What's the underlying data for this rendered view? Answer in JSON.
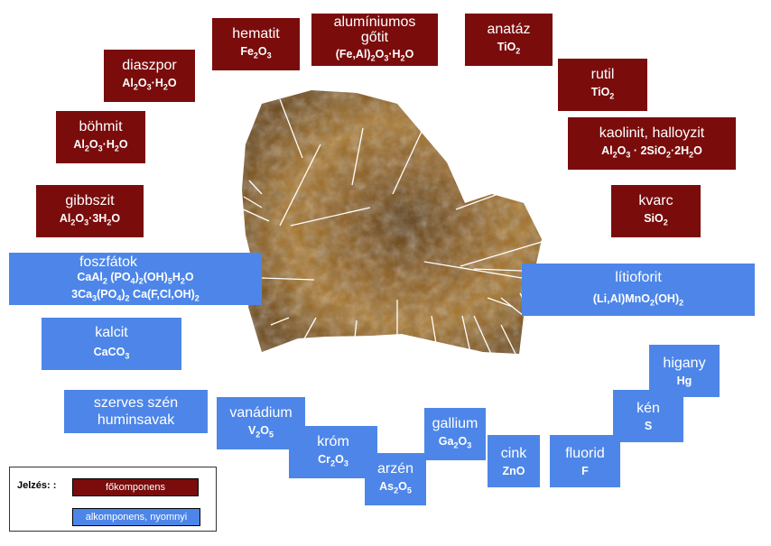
{
  "diagram": {
    "major": [
      {
        "id": "hematit",
        "name": "hematit",
        "formula": "Fe<sub>2</sub>O<sub>3</sub>"
      },
      {
        "id": "aluminiumos-gotit",
        "name": "alumíniumos\ngőtit",
        "formula": "(Fe,Al)<sub>2</sub>O<sub>3</sub>·H<sub>2</sub>O"
      },
      {
        "id": "anataz",
        "name": "anatáz",
        "formula": "TiO<sub>2</sub>"
      },
      {
        "id": "diaszpor",
        "name": "diaszpor",
        "formula": "Al<sub>2</sub>O<sub>3</sub>·H<sub>2</sub>O"
      },
      {
        "id": "rutil",
        "name": "rutil",
        "formula": "TiO<sub>2</sub>"
      },
      {
        "id": "bohmit",
        "name": "böhmit",
        "formula": "Al<sub>2</sub>O<sub>3</sub>·H<sub>2</sub>O"
      },
      {
        "id": "kaolinit",
        "name": "kaolinit, halloyzit",
        "formula": "Al<sub>2</sub>O<sub>3</sub> · 2SiO<sub>2</sub>·2H<sub>2</sub>O"
      },
      {
        "id": "gibbszit",
        "name": "gibbszit",
        "formula": "Al<sub>2</sub>O<sub>3</sub>·3H<sub>2</sub>O"
      },
      {
        "id": "kvarc",
        "name": "kvarc",
        "formula": "SiO<sub>2</sub>"
      }
    ],
    "minor": [
      {
        "id": "foszfatok",
        "name": "foszfátok",
        "formula": "CaAl<sub>2</sub> (PO<sub>4</sub>)<sub>2</sub>(OH)<sub>5</sub>H<sub>2</sub>O<br>3Ca<sub>3</sub>(PO<sub>4</sub>)<sub>2</sub> Ca(F,Cl,OH)<sub>2</sub>"
      },
      {
        "id": "litioforit",
        "name": "lítioforit",
        "formula": "(Li,Al)MnO<sub>2</sub>(OH)<sub>2</sub>"
      },
      {
        "id": "kalcit",
        "name": "kalcit",
        "formula": "CaCO<sub>3</sub>"
      },
      {
        "id": "higany",
        "name": "higany",
        "formula": "Hg"
      },
      {
        "id": "ken",
        "name": "kén",
        "formula": "S"
      },
      {
        "id": "szerves-szen",
        "name": "szerves szén\nhuminsavak",
        "formula": ""
      },
      {
        "id": "vanadium",
        "name": "vanádium",
        "formula": "V<sub>2</sub>O<sub>5</sub>"
      },
      {
        "id": "gallium",
        "name": "gallium",
        "formula": "Ga<sub>2</sub>O<sub>3</sub>"
      },
      {
        "id": "krom",
        "name": "króm",
        "formula": "Cr<sub>2</sub>O<sub>3</sub>"
      },
      {
        "id": "cink",
        "name": "cink",
        "formula": "ZnO"
      },
      {
        "id": "fluorid",
        "name": "fluorid",
        "formula": "F"
      },
      {
        "id": "arzen",
        "name": "arzén",
        "formula": "As<sub>2</sub>O<sub>5</sub>"
      }
    ]
  },
  "legend": {
    "label": "Jelzés: :",
    "major": "főkomponens",
    "minor": "alkomponens, nyomnyi"
  },
  "colors": {
    "major": "#7a0c0c",
    "minor": "#4d86e8"
  }
}
